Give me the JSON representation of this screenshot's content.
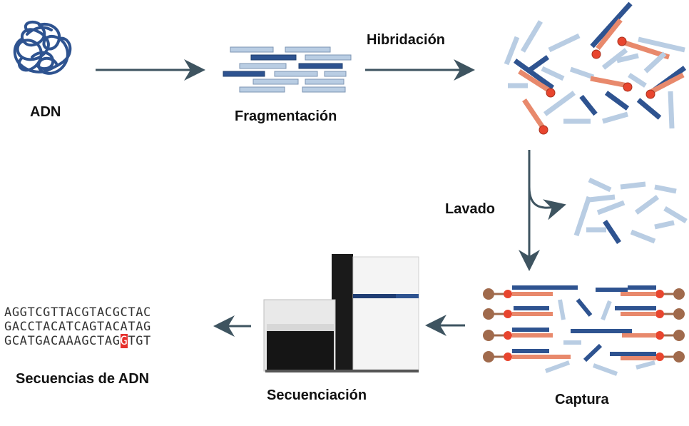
{
  "labels": {
    "adn": "ADN",
    "fragmentacion": "Fragmentación",
    "hibridacion": "Hibridación",
    "lavado": "Lavado",
    "captura": "Captura",
    "secuenciacion": "Secuenciación",
    "secuencias": "Secuencias de ADN"
  },
  "sequences": {
    "line1": "AGGTCGTTACGTACGCTAC",
    "line2": "GACCTACATCAGTACATAG",
    "line3_pre": "GCATGACAAAGCTAG",
    "line3_highlight": "G",
    "line3_post": "TGT"
  },
  "colors": {
    "dark_blue": "#2e5390",
    "light_blue": "#b9cde3",
    "salmon": "#e8896c",
    "bead_red": "#e8452e",
    "brown": "#a06a4c",
    "arrow": "#3e5460",
    "highlight": "#e6302c"
  },
  "icons": [
    "dna-coil-icon",
    "sequencer-machine-icon"
  ]
}
